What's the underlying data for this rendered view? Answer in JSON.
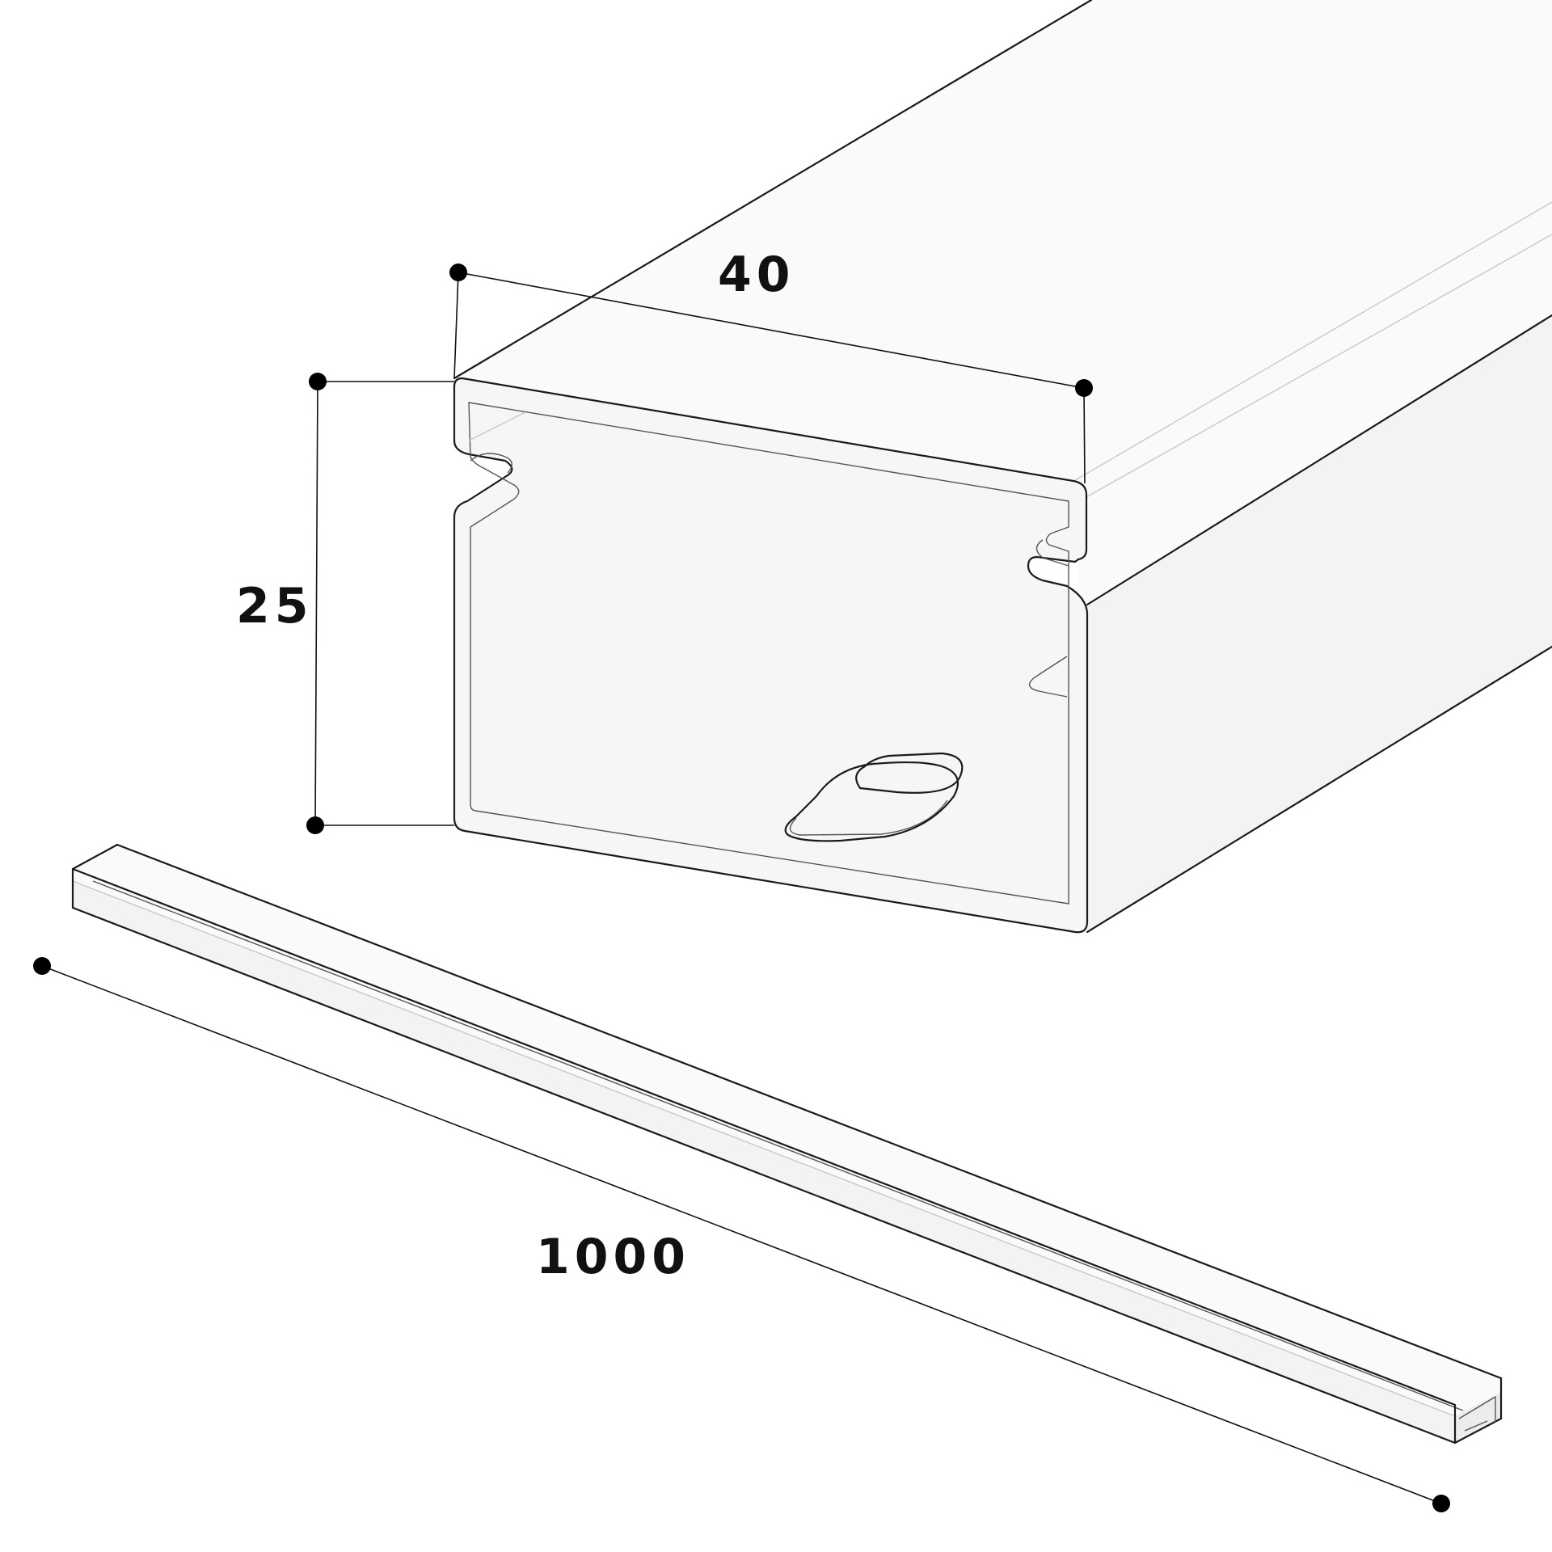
{
  "dimensions": {
    "width": {
      "label": "40"
    },
    "height": {
      "label": "25"
    },
    "length": {
      "label": "1000"
    }
  },
  "colors": {
    "line": "#111111",
    "duct": "#f5f5f5",
    "background": "#ffffff"
  }
}
